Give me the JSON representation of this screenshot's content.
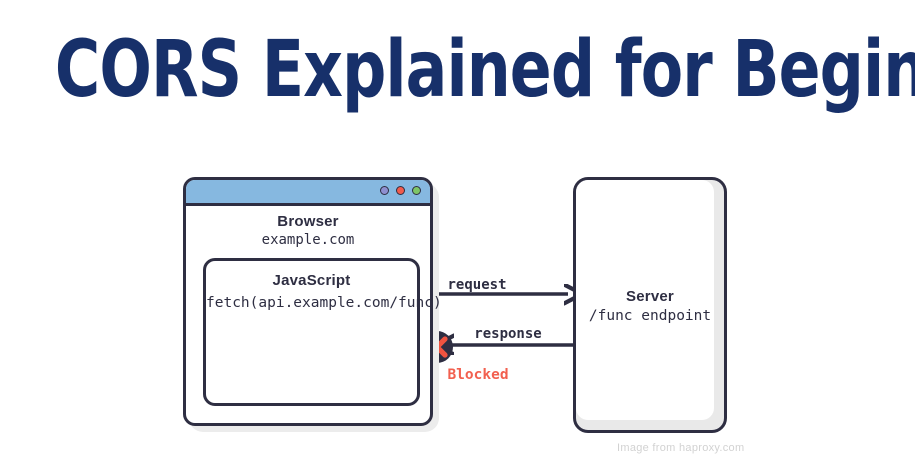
{
  "page": {
    "title": "CORS Explained for Beginners",
    "background_color": "#ffffff",
    "title_color": "#17306a"
  },
  "diagram": {
    "browser": {
      "title_bar_color": "#86b8e0",
      "stroke_color": "#2e2e42",
      "window_dots": [
        {
          "name": "dot-purple",
          "color": "#8e8fd0"
        },
        {
          "name": "dot-red",
          "color": "#f05b4d"
        },
        {
          "name": "dot-green",
          "color": "#7ec567"
        }
      ],
      "label": "Browser",
      "host": "example.com",
      "javascript_box": {
        "label": "JavaScript",
        "code": "fetch(api.example.com/func)"
      }
    },
    "server": {
      "label": "Server",
      "endpoint": "/func endpoint",
      "fill_color": "#ffffff",
      "shadow_color": "#e9e9e9",
      "stroke_color": "#2e2e42"
    },
    "arrows": [
      {
        "name": "request-arrow",
        "label": "request",
        "direction": "browser-to-server",
        "color": "#2e2e42"
      },
      {
        "name": "response-arrow",
        "label": "response",
        "direction": "server-to-browser",
        "color": "#2e2e42"
      }
    ],
    "blocked_marker": {
      "label": "Blocked",
      "icon": "x-circle-icon",
      "circle_color": "#2e2e42",
      "x_color": "#f05340",
      "label_color": "#f2604f"
    }
  },
  "watermark": {
    "text": "Image from haproxy.com",
    "color": "#d2d2d2"
  }
}
